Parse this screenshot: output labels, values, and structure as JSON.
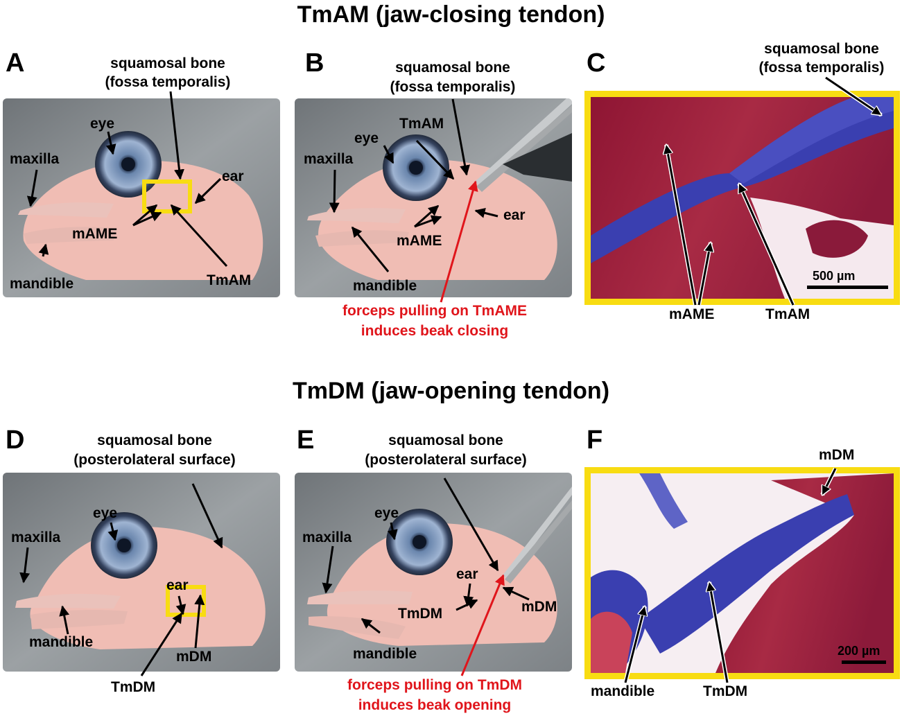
{
  "section_top": {
    "title": "TmAM (jaw-closing tendon)"
  },
  "section_bottom": {
    "title": "TmDM (jaw-opening tendon)"
  },
  "panels": {
    "A": {
      "letter": "A",
      "labels": {
        "squamosal1": "squamosal bone",
        "squamosal2": "(fossa temporalis)",
        "eye": "eye",
        "maxilla": "maxilla",
        "ear": "ear",
        "mAME": "mAME",
        "mandible": "mandible",
        "TmAM": "TmAM"
      }
    },
    "B": {
      "letter": "B",
      "labels": {
        "squamosal1": "squamosal bone",
        "squamosal2": "(fossa temporalis)",
        "eye": "eye",
        "TmAM": "TmAM",
        "maxilla": "maxilla",
        "ear": "ear",
        "mAME": "mAME",
        "mandible": "mandible"
      },
      "caption": [
        "forceps pulling on TmAME",
        "induces beak closing"
      ]
    },
    "C": {
      "letter": "C",
      "labels": {
        "squamosal1": "squamosal bone",
        "squamosal2": "(fossa temporalis)",
        "mAME": "mAME",
        "TmAM": "TmAM"
      },
      "scale": "500 µm"
    },
    "D": {
      "letter": "D",
      "labels": {
        "squamosal1": "squamosal bone",
        "squamosal2": "(posterolateral surface)",
        "eye": "eye",
        "maxilla": "maxilla",
        "ear": "ear",
        "mandible": "mandible",
        "mDM": "mDM",
        "TmDM": "TmDM"
      }
    },
    "E": {
      "letter": "E",
      "labels": {
        "squamosal1": "squamosal bone",
        "squamosal2": "(posterolateral surface)",
        "eye": "eye",
        "maxilla": "maxilla",
        "ear": "ear",
        "TmDM": "TmDM",
        "mDM": "mDM",
        "mandible": "mandible"
      },
      "caption": [
        "forceps pulling on TmDM",
        "induces beak opening"
      ]
    },
    "F": {
      "letter": "F",
      "labels": {
        "mDM": "mDM",
        "mandible": "mandible",
        "TmDM": "TmDM"
      },
      "scale": "200 µm"
    }
  },
  "colors": {
    "highlight": "#f8dc12",
    "caption_red": "#e0151b",
    "tendon_blue": "#3a3fb0",
    "muscle_red": "#9b1a36",
    "tissue_pink": "#f2c2b8"
  }
}
